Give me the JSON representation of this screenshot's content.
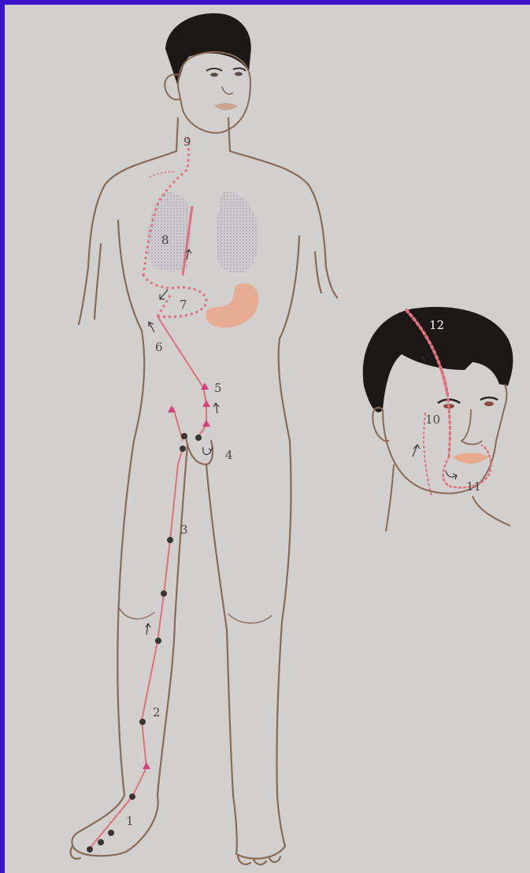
{
  "labels": {
    "p1": "1",
    "p2": "2",
    "p3": "3",
    "p4": "4",
    "p5": "5",
    "p6": "6",
    "p7": "7",
    "p8": "8",
    "p9": "9",
    "p10": "10",
    "p11": "11",
    "p12": "12"
  },
  "colors": {
    "meridian": "#e0707a",
    "marker": "#d8407a",
    "point": "#3a3434",
    "outline": "#8a6a55",
    "hair": "#1c1818",
    "skin_shade": "#c9a48f",
    "stomach": "#e9a98c",
    "lung": "#a9a6b8"
  }
}
